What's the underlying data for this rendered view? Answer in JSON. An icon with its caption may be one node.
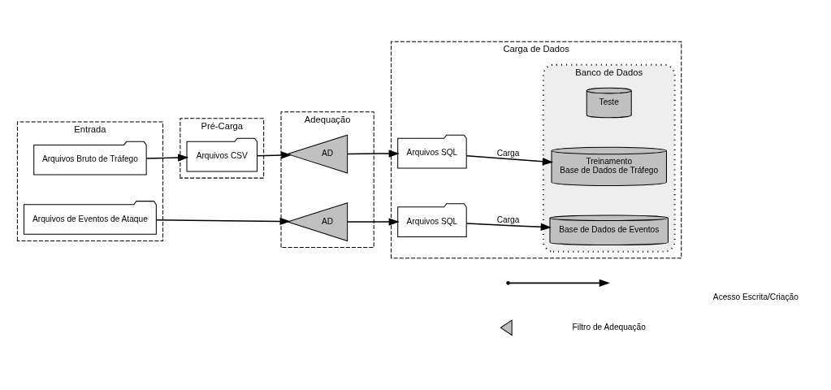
{
  "diagram": {
    "nodes": [
      {
        "text": [
          "Entrada"
        ]
      },
      {
        "text": [
          "Pré-Carga"
        ]
      },
      {
        "text": [
          "Adequação"
        ]
      },
      {
        "text": [
          "Carga de Dados"
        ]
      },
      {
        "text": [
          "Arquivos Bruto de Tráfego"
        ],
        "in": 0
      },
      {
        "text": [
          "Arquivos de Eventos de Ataque"
        ],
        "in": 0
      },
      {
        "text": [
          "Arquivos CSV"
        ],
        "in": 1
      },
      {
        "text": [
          "AD"
        ],
        "in": 2
      },
      {
        "text": [
          "AD"
        ],
        "in": 2
      },
      {
        "text": [
          "Arquivos SQL"
        ],
        "in": 3
      },
      {
        "text": [
          "Arquivos SQL"
        ],
        "in": 3
      },
      {
        "text": [
          "Banco de Dados"
        ],
        "in": 3
      },
      {
        "text": [
          "Teste"
        ],
        "in": 11
      },
      {
        "text": [
          "Treinamento",
          "Base de Dados de Tráfego"
        ],
        "in": 11
      },
      {
        "text": [
          "Base de Dados de Eventos"
        ],
        "in": 11
      }
    ],
    "edges": [
      {
        "from": 4,
        "to": 6,
        "arrow": "to"
      },
      {
        "from": 6,
        "to": 7,
        "arrow": "to"
      },
      {
        "from": 7,
        "to": 9,
        "arrow": "to"
      },
      {
        "from": 9,
        "to": 13,
        "arrow": "to",
        "label": "Carga"
      },
      {
        "from": 5,
        "to": 8,
        "arrow": "to"
      },
      {
        "from": 8,
        "to": 10,
        "arrow": "to"
      },
      {
        "from": 10,
        "to": 14,
        "arrow": "to",
        "label": "Carga"
      }
    ],
    "legend": [
      {
        "text": "Acesso Escrita/Criação"
      },
      {
        "text": "Filtro de Adequação"
      }
    ]
  }
}
